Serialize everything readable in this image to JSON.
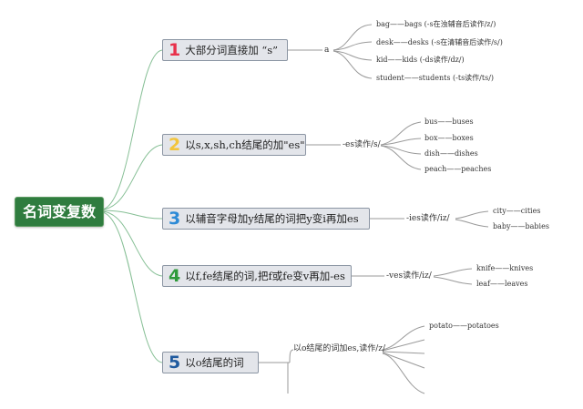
{
  "root": {
    "label": "名词变复数"
  },
  "rules": [
    {
      "number": "1",
      "color": "#e8304a",
      "label": "大部分词直接加 “s”",
      "mid": "a",
      "examples": [
        "bag——bags (-s在浊辅音后读作/z/)",
        "desk——desks (-s在清辅音后读作/s/)",
        "kid——kids (-ds读作/dz/)",
        "student——students (-ts读作/ts/)"
      ]
    },
    {
      "number": "2",
      "color": "#f3c53b",
      "label": "以s,x,sh,ch结尾的加\"es\"",
      "mid": "-es读作/s/",
      "examples": [
        "bus——buses",
        "box——boxes",
        "dish——dishes",
        "peach——peaches"
      ]
    },
    {
      "number": "3",
      "color": "#2c8ad6",
      "label": "以辅音字母加y结尾的词把y变i再加es",
      "mid": "-ies读作/iz/",
      "examples": [
        "city——cities",
        "baby——babies"
      ]
    },
    {
      "number": "4",
      "color": "#2f9a3a",
      "label": "以f,fe结尾的词,把f或fe变v再加-es",
      "mid": "-ves读作/iz/",
      "examples": [
        "knife——knives",
        "leaf——leaves"
      ]
    },
    {
      "number": "5",
      "color": "#1f5a9e",
      "label": "以o结尾的词",
      "mid": "以o结尾的词加es,读作/z/",
      "examples": [
        "potato——potatoes"
      ]
    }
  ]
}
